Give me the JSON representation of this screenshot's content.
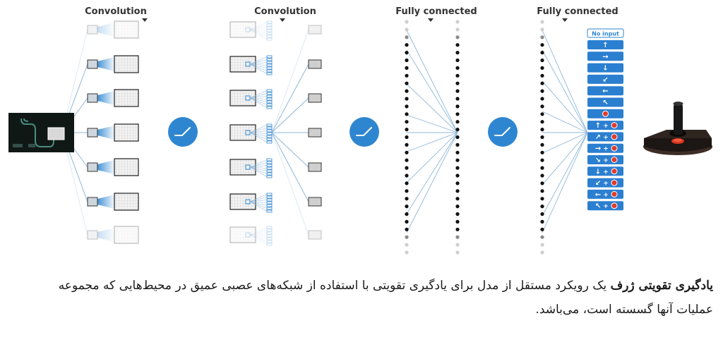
{
  "layers": [
    {
      "title": "Convolution"
    },
    {
      "title": "Convolution"
    },
    {
      "title": "Fully connected"
    },
    {
      "title": "Fully connected"
    }
  ],
  "outputs": {
    "first": "No input",
    "actions": [
      "↑",
      "→",
      "↓",
      "↙",
      "←",
      "↖",
      "●",
      "↑+●",
      "↗+●",
      "→+●",
      "↘+●",
      "↓+●",
      "↙+●",
      "←+●",
      "↖+●"
    ]
  },
  "caption": {
    "bold": "یادگیری تقویتی ژرف",
    "rest": " یک رویکرد مستقل از مدل برای یادگیری تقویتی با استفاده از شبکه‌های عصبی عمیق در محیط‌هایی که مجموعه عملیات آنها گسسته است، می‌باشد."
  },
  "colors": {
    "blue": "#2f86d0",
    "button": "#2b7fd0",
    "line": "#8fb7d9"
  }
}
